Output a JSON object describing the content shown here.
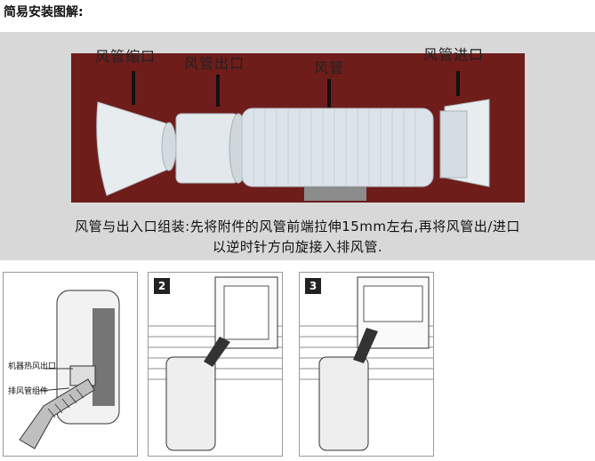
{
  "heading": "简易安装图解:",
  "labels": {
    "duct_nozzle": "风管缩口",
    "duct_outlet": "风管出口",
    "duct": "风管",
    "duct_inlet": "风管进口"
  },
  "caption": {
    "line1": "风管与出入口组装:先将附件的风管前端拉伸15mm左右,再将风管出/进口",
    "line2": "以逆时针方向旋接入排风管."
  },
  "step1": {
    "label_outlet": "机器热风出口",
    "label_assembly": "排风管组件"
  },
  "step2": {
    "number": "2"
  },
  "step3": {
    "number": "3"
  },
  "colors": {
    "board": "#6e1d1b",
    "panel": "#d8d8d8",
    "duct": "#dde3ea"
  }
}
